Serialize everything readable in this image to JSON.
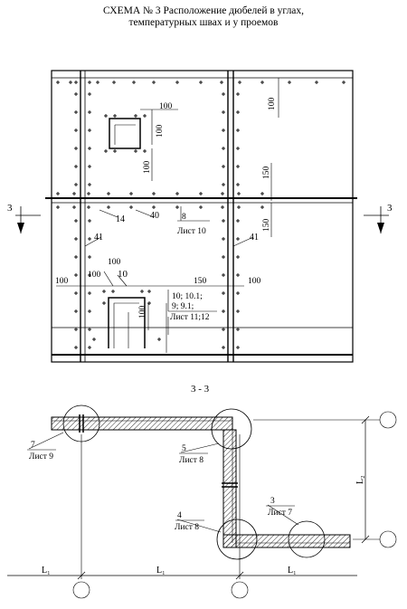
{
  "title": {
    "line1": "СХЕМА № 3  Расположение дюбелей в углах,",
    "line2": "температурных швах и у проемов"
  },
  "elevation": {
    "section_mark": "3",
    "dims": {
      "d100_top_right": "100",
      "d100_window_h": "100",
      "d100_window_v": "100",
      "d100_window_below": "100",
      "d150_upper": "150",
      "d150_lower": "150",
      "d100_row1": "100",
      "d100_row2": "100",
      "d100_row3": "100",
      "d150_row": "150",
      "d100_row4": "100",
      "d100_small": "100"
    },
    "callouts": {
      "c14": "14",
      "c40": "40",
      "c41_left": "41",
      "c41_right": "41",
      "c10": "10",
      "node8_num": "8",
      "node8_sheet": "Лист 10",
      "nodes_multi_l1": "10; 10.1;",
      "nodes_multi_l2": "9; 9.1;",
      "nodes_multi_sheet": "Лист 11;12"
    }
  },
  "section": {
    "title": "3 - 3",
    "nodes": {
      "n7_num": "7",
      "n7_sheet": "Лист 9",
      "n5_num": "5",
      "n5_sheet": "Лист 8",
      "n4_num": "4",
      "n4_sheet": "Лист 8",
      "n3_num": "3",
      "n3_sheet": "Лист 7"
    },
    "dims": {
      "L1_a": "L₁",
      "L1_b": "L₁",
      "L1_c": "L₁",
      "L2": "L₂"
    }
  }
}
